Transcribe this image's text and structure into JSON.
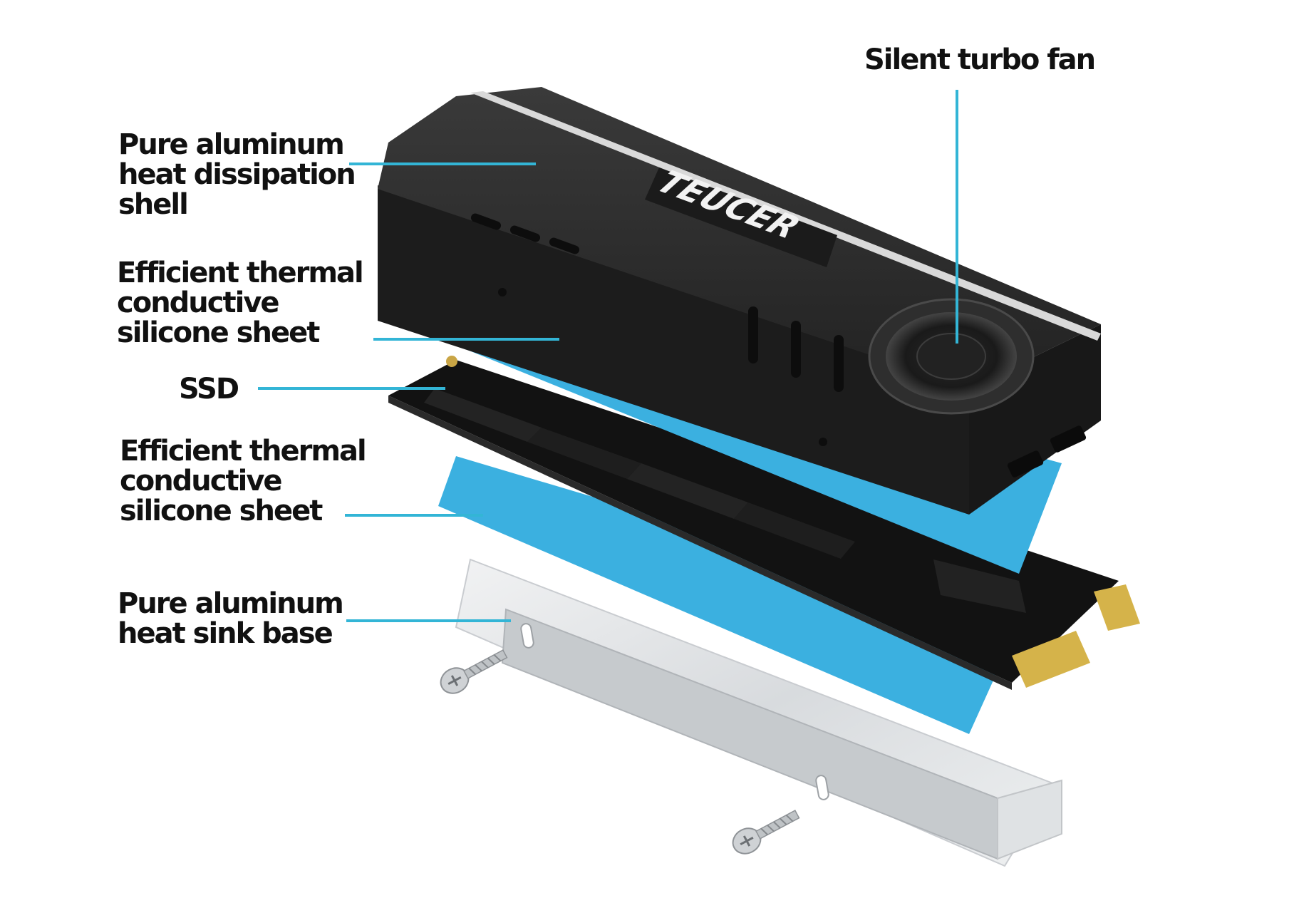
{
  "labels": {
    "fan": [
      "Silent turbo fan"
    ],
    "shell": [
      "Pure aluminum",
      "heat dissipation",
      "shell"
    ],
    "sheet_top": [
      "Efficient thermal",
      "conductive",
      "silicone sheet"
    ],
    "ssd": [
      "SSD"
    ],
    "sheet_bottom": [
      "Efficient thermal",
      "conductive",
      "silicone sheet"
    ],
    "base": [
      "Pure aluminum",
      "heat sink base"
    ]
  },
  "brand": {
    "logo": "TEUCER"
  },
  "colors": {
    "leader": "#33b5d6",
    "pad": "#3bb0e0",
    "shell": "#262626",
    "ssd": "#121212",
    "base": "#d7dadd",
    "text": "#111111"
  },
  "icons": [
    "fan-icon",
    "screw-icon",
    "gold-contact-icon"
  ]
}
